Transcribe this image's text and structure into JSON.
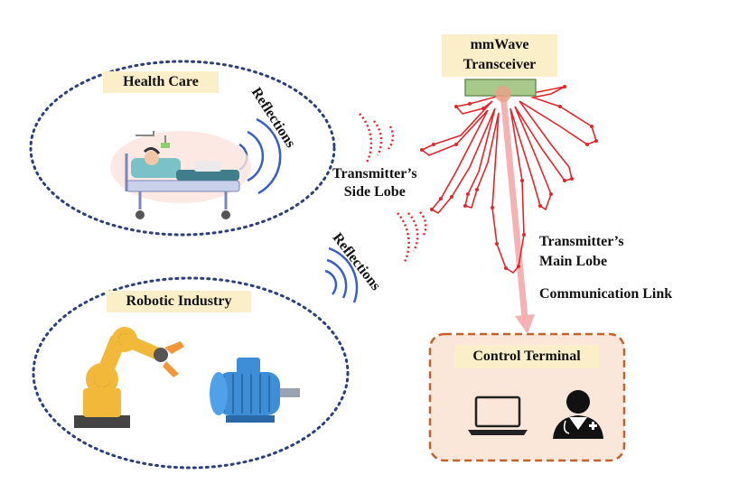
{
  "transceiver": {
    "line1": "mmWave",
    "line2": "Transceiver"
  },
  "health_care": {
    "label": "Health Care",
    "reflections": "Reflections"
  },
  "robotic_industry": {
    "label": "Robotic Industry",
    "reflections": "Reflections"
  },
  "side_lobe": {
    "line1": "Transmitter’s",
    "line2": "Side Lobe"
  },
  "main_lobe": {
    "line1": "Transmitter’s",
    "line2": "Main Lobe"
  },
  "link": {
    "label": "Communication Link"
  },
  "control_terminal": {
    "label": "Control Terminal"
  },
  "colors": {
    "lobe": "#e0262b",
    "wave": "#3a5fc2",
    "link": "#f6b2b2",
    "ellipse_border": "#2b3f7a",
    "terminal_border": "#c0622a",
    "terminal_fill": "#fbe6da",
    "tag_fill": "#fbefc9"
  },
  "icons": [
    "hospital-bed-icon",
    "robot-arm-icon",
    "electric-motor-icon",
    "laptop-icon",
    "doctor-icon"
  ]
}
